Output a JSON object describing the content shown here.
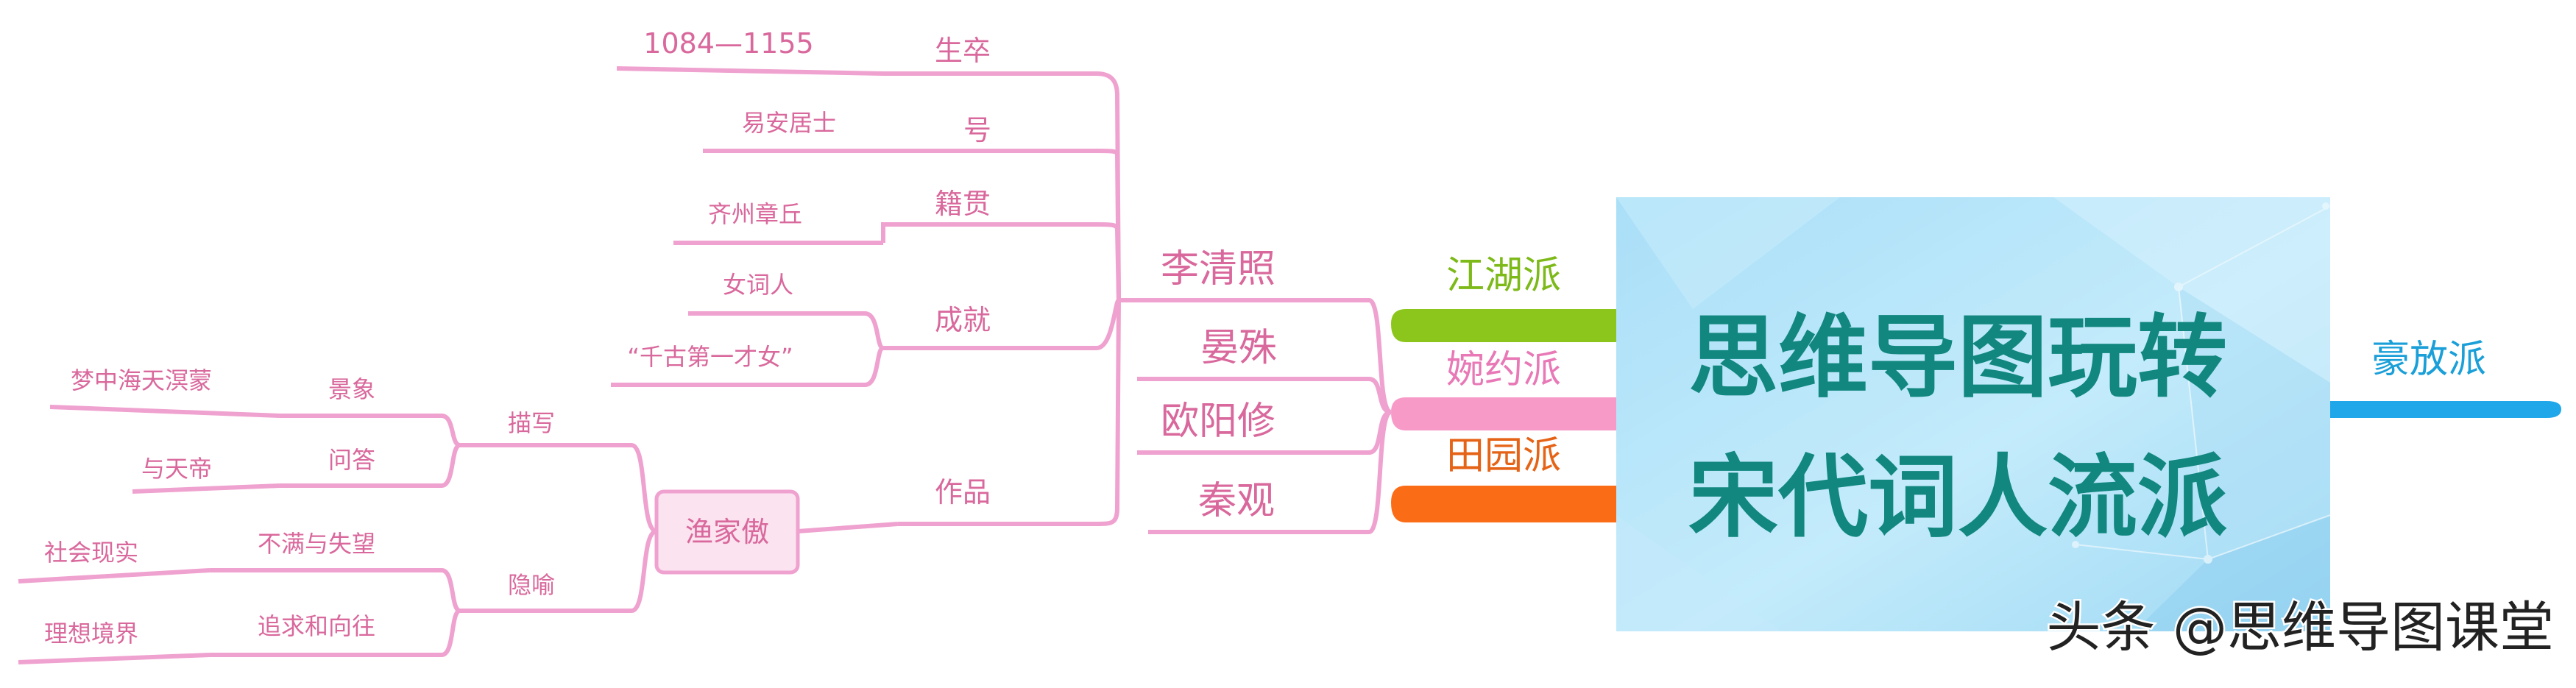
{
  "central": {
    "line1": "思维导图玩转",
    "line2": "宋代词人流派"
  },
  "branches": {
    "jianghu": "江湖派",
    "wanyue": "婉约派",
    "tianyuan": "田园派",
    "haofang": "豪放派"
  },
  "poets": {
    "li_qingzhao": "李清照",
    "yan_shu": "晏殊",
    "ouyang_xiu": "欧阳修",
    "qin_guan": "秦观"
  },
  "li_qingzhao_details": {
    "shengzu": {
      "label": "生卒",
      "value": "1084—1155"
    },
    "hao": {
      "label": "号",
      "value": "易安居士"
    },
    "jiguan": {
      "label": "籍贯",
      "value": "齐州章丘"
    },
    "chengjiu": {
      "label": "成就",
      "values": [
        "女词人",
        "“千古第一才女”"
      ]
    },
    "zuopin": {
      "label": "作品",
      "work": "渔家傲"
    }
  },
  "yujiaao": {
    "miaoxie": {
      "label": "描写",
      "items": [
        {
          "label": "景象",
          "value": "梦中海天溟蒙"
        },
        {
          "label": "问答",
          "value": "与天帝"
        }
      ]
    },
    "yinyu": {
      "label": "隐喻",
      "items": [
        {
          "label": "不满与失望",
          "value": "社会现实"
        },
        {
          "label": "追求和向往",
          "value": "理想境界"
        }
      ]
    }
  },
  "watermark": "头条 @思维导图课堂",
  "colors": {
    "pink_line": "#efa2cf",
    "pink_text": "#d9689c",
    "jianghu": "#8cc61c",
    "wanyue": "#f79ac8",
    "tianyuan": "#fb6c17",
    "haofang": "#1fa7ea",
    "central_bg": "#b6e4fa",
    "central_text": "#11877f"
  }
}
